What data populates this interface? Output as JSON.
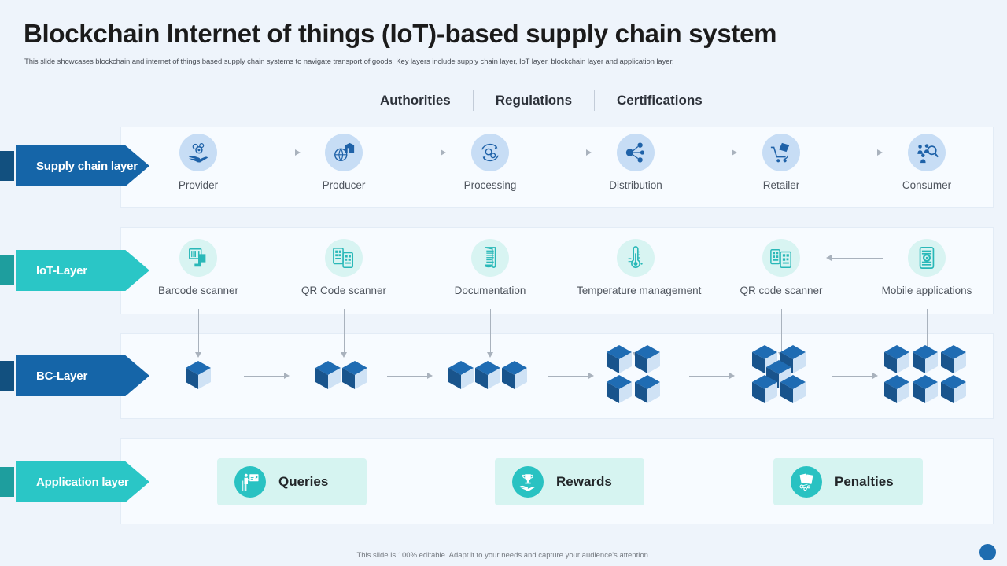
{
  "header": {
    "title": "Blockchain Internet of things (IoT)-based supply chain system",
    "subtitle": "This slide showcases blockchain and internet of things based supply chain systems to navigate transport of goods. Key layers include supply chain layer, IoT layer, blockchain layer and application layer."
  },
  "governance": {
    "items": [
      {
        "label": "Authorities"
      },
      {
        "label": "Regulations"
      },
      {
        "label": "Certifications"
      }
    ]
  },
  "layers": {
    "supply": {
      "tag": "Supply chain layer",
      "color": "#1565a8",
      "nodes": [
        {
          "label": "Provider",
          "icon": "hand-coins-icon"
        },
        {
          "label": "Producer",
          "icon": "globe-factory-icon"
        },
        {
          "label": "Processing",
          "icon": "gears-cycle-icon"
        },
        {
          "label": "Distribution",
          "icon": "network-nodes-icon"
        },
        {
          "label": "Retailer",
          "icon": "shopping-cart-icon"
        },
        {
          "label": "Consumer",
          "icon": "people-search-icon"
        }
      ]
    },
    "iot": {
      "tag": "IoT-Layer",
      "color": "#2ac6c6",
      "nodes": [
        {
          "label": "Barcode scanner",
          "icon": "barcode-scanner-icon"
        },
        {
          "label": "QR Code scanner",
          "icon": "qr-scanner-icon"
        },
        {
          "label": "Documentation",
          "icon": "document-icon"
        },
        {
          "label": "Temperature  management",
          "icon": "thermometer-icon"
        },
        {
          "label": "QR code scanner",
          "icon": "qr-phone-icon"
        },
        {
          "label": "Mobile applications",
          "icon": "mobile-gear-icon"
        }
      ]
    },
    "bc": {
      "tag": "BC-Layer",
      "color": "#1565a8",
      "clusters": [
        {
          "cubes": 1
        },
        {
          "cubes": 2
        },
        {
          "cubes": 3
        },
        {
          "cubes": 4
        },
        {
          "cubes": 5
        },
        {
          "cubes": 6
        }
      ]
    },
    "application": {
      "tag": "Application layer",
      "color": "#2ac6c6",
      "cards": [
        {
          "label": "Queries",
          "icon": "presenter-question-icon"
        },
        {
          "label": "Rewards",
          "icon": "trophy-hand-icon"
        },
        {
          "label": "Penalties",
          "icon": "penalty-cards-icon"
        }
      ]
    }
  },
  "footer": {
    "note": "This slide is 100% editable.  Adapt it to your needs and capture your audience's attention."
  },
  "colors": {
    "background": "#eef4fb",
    "panel": "#f7fbff",
    "blue_primary": "#1565a8",
    "teal_primary": "#2ac6c6",
    "blue_circle": "#c7ddf5",
    "teal_circle": "#d8f4f2",
    "arrow": "#a9b2bd",
    "cube_dark": "#19548c",
    "cube_mid": "#1f6cb3",
    "cube_light": "#cfe2f5"
  }
}
